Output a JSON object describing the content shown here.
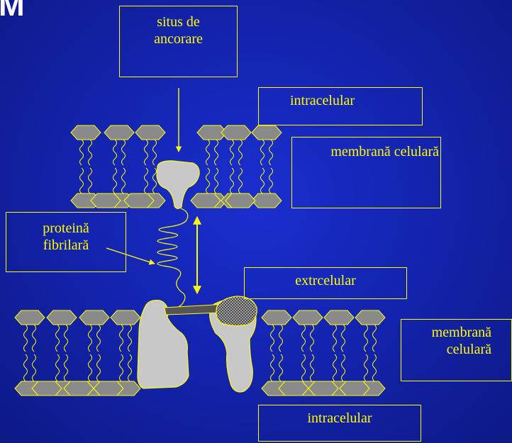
{
  "corner_glyph": "M",
  "colors": {
    "background": "#1424b0",
    "label": "#ffff00",
    "lipid_head": "#8a8a8a",
    "protein": "#c8c8c8"
  },
  "labels": {
    "anchoring_site": [
      "situs de",
      "ancorare"
    ],
    "intracellular_top": "intracelular",
    "cell_membrane_top": "membrană celulară",
    "fibrillar_protein": [
      "proteină",
      "fibrilară"
    ],
    "extracellular": "extrcelular",
    "cell_membrane_bottom": [
      "membrană",
      "celulară"
    ],
    "intracellular_bottom": "intracelular"
  }
}
